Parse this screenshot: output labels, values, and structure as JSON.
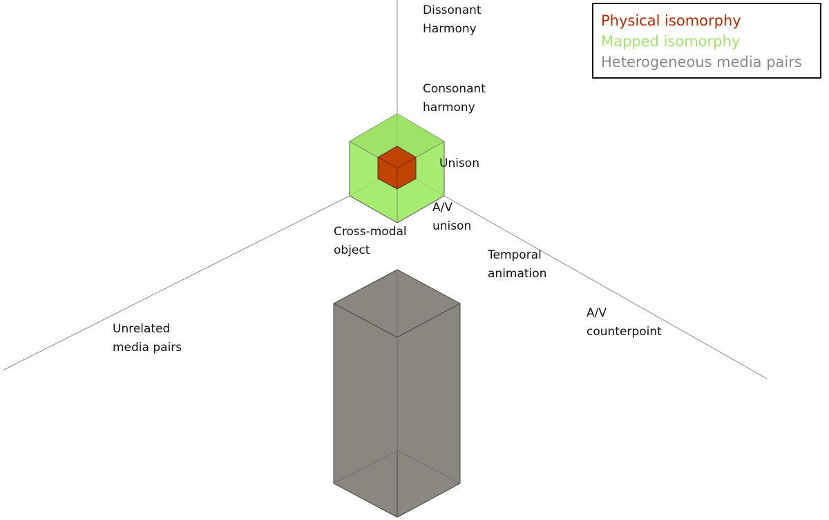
{
  "diagram": {
    "axis_labels": {
      "dissonant_harmony": [
        "Dissonant",
        "Harmony"
      ],
      "consonant_harmony": [
        "Consonant",
        "harmony"
      ],
      "unison": [
        "Unison"
      ],
      "av_unison": [
        "A/V",
        "unison"
      ],
      "cross_modal_object": [
        "Cross-modal",
        "object"
      ],
      "temporal_animation": [
        "Temporal",
        "animation"
      ],
      "av_counterpoint": [
        "A/V",
        "counterpoint"
      ],
      "unrelated_media_pairs": [
        "Unrelated",
        "media pairs"
      ]
    }
  },
  "legend": {
    "entries": [
      {
        "label": "Physical isomorphy",
        "color": "#b22a00"
      },
      {
        "label": "Mapped isomorphy",
        "color": "#9fe46c"
      },
      {
        "label": "Heterogeneous media pairs",
        "color": "#898989"
      }
    ]
  },
  "colors": {
    "mapped_isomorphy_fill": "#a6ec70",
    "physical_isomorphy_fill": "#c14300",
    "heterogeneous_fill": "#8a8680",
    "axis_line": "#888888"
  }
}
